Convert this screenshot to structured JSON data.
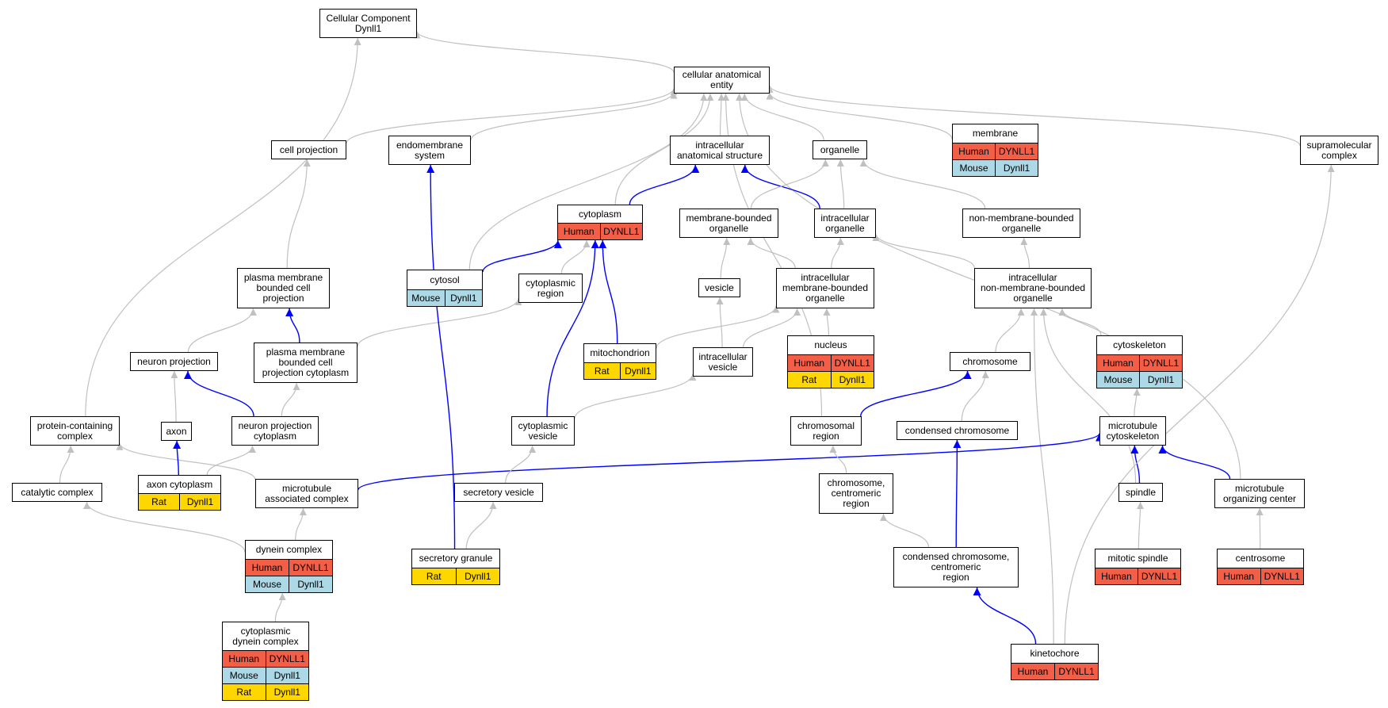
{
  "colors": {
    "Human": "#f25e46",
    "Mouse": "#add8e6",
    "Rat": "#ffd700",
    "edge_is_a": "#c0c0c0",
    "edge_part_of": "#0000ff"
  },
  "nodes": [
    {
      "id": "root",
      "label": "Cellular Component\nDynll1",
      "rows": []
    },
    {
      "id": "cae",
      "label": "cellular anatomical\nentity",
      "rows": []
    },
    {
      "id": "cell_projection",
      "label": "cell projection",
      "rows": []
    },
    {
      "id": "endomembrane",
      "label": "endomembrane\nsystem",
      "rows": []
    },
    {
      "id": "ias",
      "label": "intracellular\nanatomical structure",
      "rows": []
    },
    {
      "id": "organelle",
      "label": "organelle",
      "rows": []
    },
    {
      "id": "membrane",
      "label": "membrane",
      "rows": [
        [
          "Human",
          "DYNLL1"
        ],
        [
          "Mouse",
          "Dynll1"
        ]
      ]
    },
    {
      "id": "supramolecular",
      "label": "supramolecular\ncomplex",
      "rows": []
    },
    {
      "id": "cytoplasm",
      "label": "cytoplasm",
      "rows": [
        [
          "Human",
          "DYNLL1"
        ]
      ]
    },
    {
      "id": "mbo",
      "label": "membrane-bounded\norganelle",
      "rows": []
    },
    {
      "id": "io",
      "label": "intracellular\norganelle",
      "rows": []
    },
    {
      "id": "nmbo",
      "label": "non-membrane-bounded\norganelle",
      "rows": []
    },
    {
      "id": "pmbcp",
      "label": "plasma membrane\nbounded cell\nprojection",
      "rows": []
    },
    {
      "id": "cytosol",
      "label": "cytosol",
      "rows": [
        [
          "Mouse",
          "Dynll1"
        ]
      ]
    },
    {
      "id": "cyto_region",
      "label": "cytoplasmic\nregion",
      "rows": []
    },
    {
      "id": "vesicle",
      "label": "vesicle",
      "rows": []
    },
    {
      "id": "imbo",
      "label": "intracellular\nmembrane-bounded\norganelle",
      "rows": []
    },
    {
      "id": "inmbo",
      "label": "intracellular\nnon-membrane-bounded\norganelle",
      "rows": []
    },
    {
      "id": "neuron_proj",
      "label": "neuron projection",
      "rows": []
    },
    {
      "id": "pmbcpc",
      "label": "plasma membrane\nbounded cell\nprojection cytoplasm",
      "rows": []
    },
    {
      "id": "mitochondrion",
      "label": "mitochondrion",
      "rows": [
        [
          "Rat",
          "Dynll1"
        ]
      ]
    },
    {
      "id": "iv",
      "label": "intracellular\nvesicle",
      "rows": []
    },
    {
      "id": "nucleus",
      "label": "nucleus",
      "rows": [
        [
          "Human",
          "DYNLL1"
        ],
        [
          "Rat",
          "Dynll1"
        ]
      ]
    },
    {
      "id": "chromosome",
      "label": "chromosome",
      "rows": []
    },
    {
      "id": "cytoskeleton",
      "label": "cytoskeleton",
      "rows": [
        [
          "Human",
          "DYNLL1"
        ],
        [
          "Mouse",
          "Dynll1"
        ]
      ]
    },
    {
      "id": "pcc",
      "label": "protein-containing\ncomplex",
      "rows": []
    },
    {
      "id": "axon",
      "label": "axon",
      "rows": []
    },
    {
      "id": "npc",
      "label": "neuron projection\ncytoplasm",
      "rows": []
    },
    {
      "id": "cyto_vesicle",
      "label": "cytoplasmic\nvesicle",
      "rows": []
    },
    {
      "id": "chrom_region",
      "label": "chromosomal\nregion",
      "rows": []
    },
    {
      "id": "cond_chrom",
      "label": "condensed chromosome",
      "rows": []
    },
    {
      "id": "mt_cytoskeleton",
      "label": "microtubule\ncytoskeleton",
      "rows": []
    },
    {
      "id": "catalytic",
      "label": "catalytic complex",
      "rows": []
    },
    {
      "id": "axon_cyto",
      "label": "axon cytoplasm",
      "rows": [
        [
          "Rat",
          "Dynll1"
        ]
      ]
    },
    {
      "id": "mac",
      "label": "microtubule\nassociated complex",
      "rows": []
    },
    {
      "id": "secretory_vesicle",
      "label": "secretory vesicle",
      "rows": []
    },
    {
      "id": "ccr",
      "label": "chromosome,\ncentromeric\nregion",
      "rows": []
    },
    {
      "id": "spindle",
      "label": "spindle",
      "rows": []
    },
    {
      "id": "mtoc",
      "label": "microtubule\norganizing center",
      "rows": []
    },
    {
      "id": "dynein",
      "label": "dynein complex",
      "rows": [
        [
          "Human",
          "DYNLL1"
        ],
        [
          "Mouse",
          "Dynll1"
        ]
      ]
    },
    {
      "id": "secretory_granule",
      "label": "secretory granule",
      "rows": [
        [
          "Rat",
          "Dynll1"
        ]
      ]
    },
    {
      "id": "ccc",
      "label": "condensed chromosome,\ncentromeric\nregion",
      "rows": []
    },
    {
      "id": "mitotic_spindle",
      "label": "mitotic spindle",
      "rows": [
        [
          "Human",
          "DYNLL1"
        ]
      ]
    },
    {
      "id": "centrosome",
      "label": "centrosome",
      "rows": [
        [
          "Human",
          "DYNLL1"
        ]
      ]
    },
    {
      "id": "cdc",
      "label": "cytoplasmic\ndynein complex",
      "rows": [
        [
          "Human",
          "DYNLL1"
        ],
        [
          "Mouse",
          "Dynll1"
        ],
        [
          "Rat",
          "Dynll1"
        ]
      ]
    },
    {
      "id": "kinetochore",
      "label": "kinetochore",
      "rows": [
        [
          "Human",
          "DYNLL1"
        ]
      ]
    }
  ],
  "edges": [
    {
      "from": "cae",
      "to": "root",
      "kind": "is_a"
    },
    {
      "from": "pcc",
      "to": "root",
      "kind": "is_a"
    },
    {
      "from": "cell_projection",
      "to": "cae",
      "kind": "is_a"
    },
    {
      "from": "endomembrane",
      "to": "cae",
      "kind": "is_a"
    },
    {
      "from": "ias",
      "to": "cae",
      "kind": "is_a"
    },
    {
      "from": "organelle",
      "to": "cae",
      "kind": "is_a"
    },
    {
      "from": "membrane",
      "to": "cae",
      "kind": "is_a"
    },
    {
      "from": "supramolecular",
      "to": "cae",
      "kind": "is_a"
    },
    {
      "from": "cytoplasm",
      "to": "cae",
      "kind": "is_a"
    },
    {
      "from": "cytosol",
      "to": "cae",
      "kind": "is_a"
    },
    {
      "from": "chrom_region",
      "to": "cae",
      "kind": "is_a"
    },
    {
      "from": "mtoc",
      "to": "cae",
      "kind": "is_a"
    },
    {
      "from": "cytoplasm",
      "to": "ias",
      "kind": "part_of"
    },
    {
      "from": "io",
      "to": "ias",
      "kind": "part_of"
    },
    {
      "from": "mbo",
      "to": "organelle",
      "kind": "is_a"
    },
    {
      "from": "io",
      "to": "organelle",
      "kind": "is_a"
    },
    {
      "from": "nmbo",
      "to": "organelle",
      "kind": "is_a"
    },
    {
      "from": "pmbcp",
      "to": "cell_projection",
      "kind": "is_a"
    },
    {
      "from": "cytosol",
      "to": "cytoplasm",
      "kind": "part_of"
    },
    {
      "from": "cyto_region",
      "to": "cytoplasm",
      "kind": "is_a"
    },
    {
      "from": "mitochondrion",
      "to": "cytoplasm",
      "kind": "part_of"
    },
    {
      "from": "cyto_vesicle",
      "to": "cytoplasm",
      "kind": "part_of"
    },
    {
      "from": "vesicle",
      "to": "mbo",
      "kind": "is_a"
    },
    {
      "from": "imbo",
      "to": "mbo",
      "kind": "is_a"
    },
    {
      "from": "imbo",
      "to": "io",
      "kind": "is_a"
    },
    {
      "from": "inmbo",
      "to": "io",
      "kind": "is_a"
    },
    {
      "from": "inmbo",
      "to": "nmbo",
      "kind": "is_a"
    },
    {
      "from": "pmbcpc",
      "to": "pmbcp",
      "kind": "part_of"
    },
    {
      "from": "pmbcpc",
      "to": "cyto_region",
      "kind": "is_a"
    },
    {
      "from": "neuron_proj",
      "to": "pmbcp",
      "kind": "is_a"
    },
    {
      "from": "iv",
      "to": "vesicle",
      "kind": "is_a"
    },
    {
      "from": "iv",
      "to": "imbo",
      "kind": "is_a"
    },
    {
      "from": "mitochondrion",
      "to": "imbo",
      "kind": "is_a"
    },
    {
      "from": "nucleus",
      "to": "imbo",
      "kind": "is_a"
    },
    {
      "from": "chromosome",
      "to": "inmbo",
      "kind": "is_a"
    },
    {
      "from": "cytoskeleton",
      "to": "inmbo",
      "kind": "is_a"
    },
    {
      "from": "spindle",
      "to": "inmbo",
      "kind": "is_a"
    },
    {
      "from": "kinetochore",
      "to": "inmbo",
      "kind": "is_a"
    },
    {
      "from": "axon",
      "to": "neuron_proj",
      "kind": "is_a"
    },
    {
      "from": "npc",
      "to": "neuron_proj",
      "kind": "part_of"
    },
    {
      "from": "npc",
      "to": "pmbcpc",
      "kind": "is_a"
    },
    {
      "from": "cyto_vesicle",
      "to": "iv",
      "kind": "is_a"
    },
    {
      "from": "chrom_region",
      "to": "chromosome",
      "kind": "part_of"
    },
    {
      "from": "cond_chrom",
      "to": "chromosome",
      "kind": "is_a"
    },
    {
      "from": "mt_cytoskeleton",
      "to": "cytoskeleton",
      "kind": "is_a"
    },
    {
      "from": "catalytic",
      "to": "pcc",
      "kind": "is_a"
    },
    {
      "from": "mac",
      "to": "pcc",
      "kind": "is_a"
    },
    {
      "from": "axon_cyto",
      "to": "axon",
      "kind": "part_of"
    },
    {
      "from": "axon_cyto",
      "to": "npc",
      "kind": "is_a"
    },
    {
      "from": "mac",
      "to": "mt_cytoskeleton",
      "kind": "part_of"
    },
    {
      "from": "spindle",
      "to": "mt_cytoskeleton",
      "kind": "part_of"
    },
    {
      "from": "mtoc",
      "to": "mt_cytoskeleton",
      "kind": "part_of"
    },
    {
      "from": "secretory_vesicle",
      "to": "cyto_vesicle",
      "kind": "is_a"
    },
    {
      "from": "ccr",
      "to": "chrom_region",
      "kind": "is_a"
    },
    {
      "from": "ccc",
      "to": "ccr",
      "kind": "is_a"
    },
    {
      "from": "ccc",
      "to": "cond_chrom",
      "kind": "part_of"
    },
    {
      "from": "dynein",
      "to": "mac",
      "kind": "is_a"
    },
    {
      "from": "dynein",
      "to": "catalytic",
      "kind": "is_a"
    },
    {
      "from": "secretory_granule",
      "to": "secretory_vesicle",
      "kind": "is_a"
    },
    {
      "from": "secretory_granule",
      "to": "endomembrane",
      "kind": "part_of"
    },
    {
      "from": "mitotic_spindle",
      "to": "spindle",
      "kind": "is_a"
    },
    {
      "from": "centrosome",
      "to": "mtoc",
      "kind": "is_a"
    },
    {
      "from": "cdc",
      "to": "dynein",
      "kind": "is_a"
    },
    {
      "from": "kinetochore",
      "to": "ccc",
      "kind": "part_of"
    },
    {
      "from": "kinetochore",
      "to": "supramolecular",
      "kind": "is_a"
    }
  ]
}
